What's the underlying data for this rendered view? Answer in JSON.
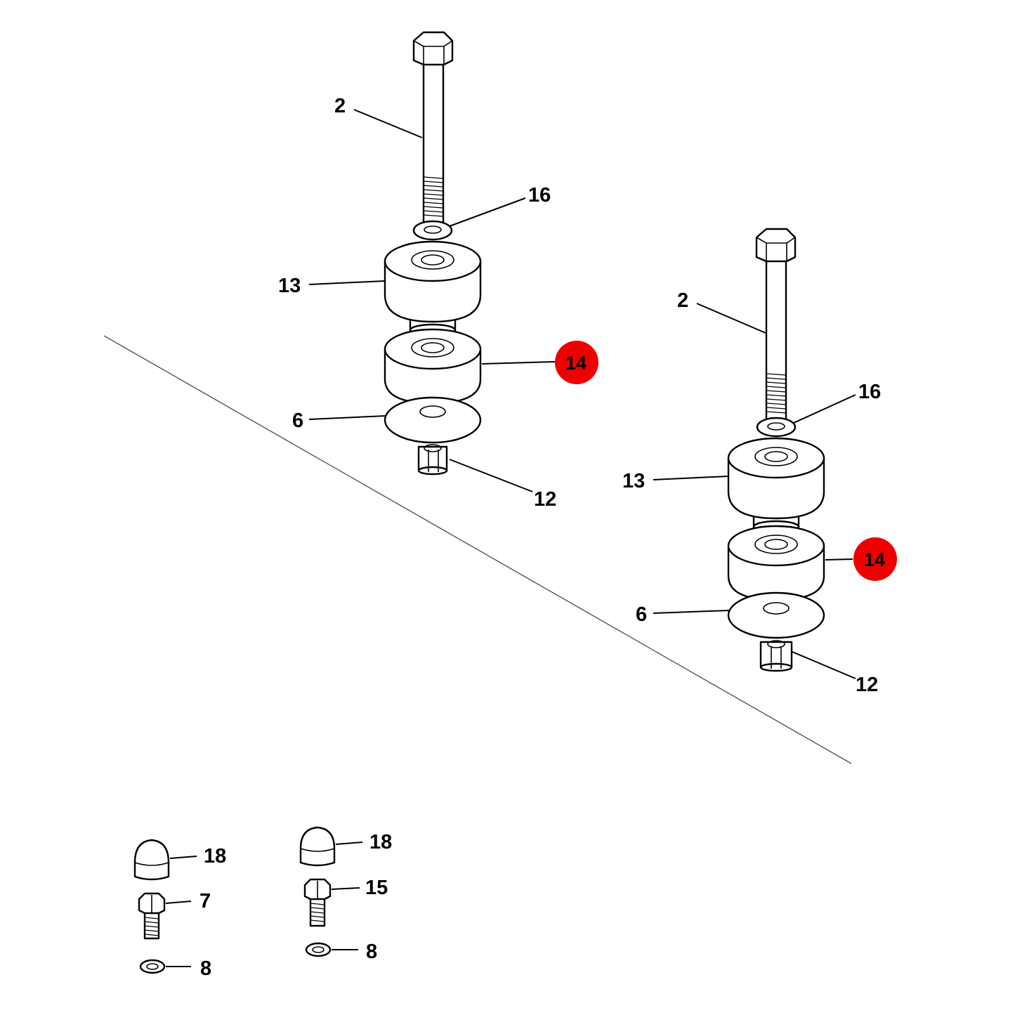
{
  "callouts": {
    "a_bolt": "2",
    "a_washer_top": "16",
    "a_mount_upper": "13",
    "a_mount_lower": "14",
    "a_washer_flat": "6",
    "a_nut": "12",
    "b_bolt": "2",
    "b_washer_top": "16",
    "b_mount_upper": "13",
    "b_mount_lower": "14",
    "b_washer_flat": "6",
    "b_nut": "12",
    "c_cap": "18",
    "c_screw": "7",
    "c_washer": "8",
    "d_cap": "18",
    "d_screw": "15",
    "d_washer": "8"
  },
  "colors": {
    "highlight": "#ee0000",
    "line": "#000000"
  }
}
